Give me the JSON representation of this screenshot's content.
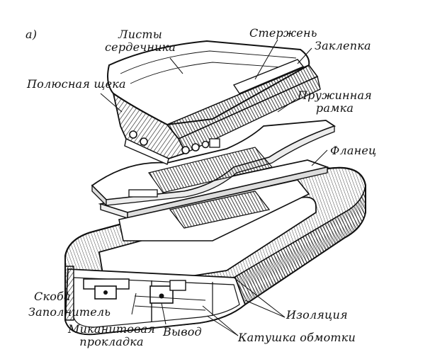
{
  "figure_tag": "а)",
  "labels": {
    "core_sheets": "Листы\nсердечника",
    "rod": "Стержень",
    "rivet": "Заклепка",
    "pole_cheek": "Полюсная щека",
    "spring_frame": "Пружинная\nрамка",
    "flange": "Фланец",
    "bracket": "Скоба",
    "filler": "Заполнитель",
    "micanite_gasket": "Миканитовая\nпрокладка",
    "lead": "Вывод",
    "insulation": "Изоляция",
    "winding_coil": "Катушка обмотки"
  }
}
